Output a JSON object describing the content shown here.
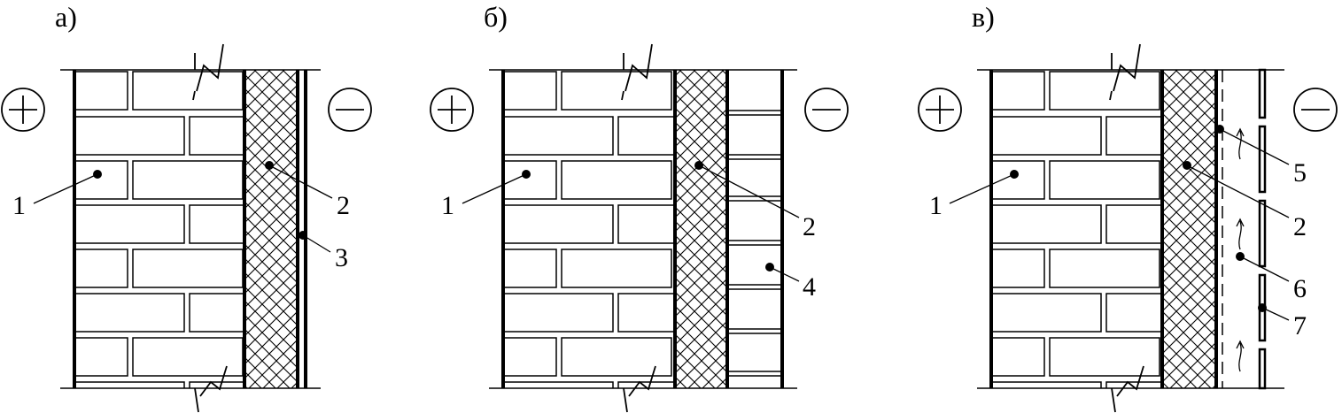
{
  "panels": [
    {
      "label": "а)",
      "labels": [
        "1",
        "2",
        "3"
      ]
    },
    {
      "label": "б)",
      "labels": [
        "1",
        "2",
        "4"
      ]
    },
    {
      "label": "в)",
      "labels": [
        "1",
        "5",
        "2",
        "6",
        "7"
      ]
    }
  ],
  "signs": {
    "warm": "+",
    "cold": "−"
  },
  "colors": {
    "line": "#000000",
    "background": "#ffffff"
  }
}
